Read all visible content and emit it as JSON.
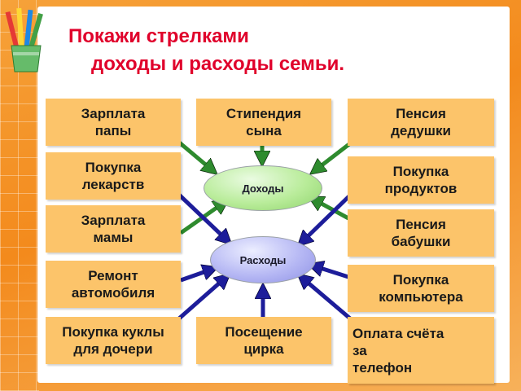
{
  "title": {
    "line1": "Покажи стрелками",
    "line2": "доходы и расходы семьи."
  },
  "boxes": {
    "dad_salary": "Зарплата\nпапы",
    "son_stipend": "Стипендия\nсына",
    "grandpa_pension": "Пенсия\nдедушки",
    "medicines": "Покупка\nлекарств",
    "groceries": "Покупка\nпродуктов",
    "mom_salary": "Зарплата\nмамы",
    "grandma_pension": "Пенсия\nбабушки",
    "car_repair": "Ремонт\nавтомобиля",
    "computer": "Покупка\nкомпьютера",
    "doll": "Покупка куклы\nдля дочери",
    "circus": "Посещение\nцирка",
    "phone_bill": "Оплата счёта\n       за\nтелефон"
  },
  "centers": {
    "income": "Доходы",
    "expense": "Расходы"
  },
  "colors": {
    "income_arrow": "#2e8b2e",
    "expense_arrow": "#1d1d9a",
    "title": "#e0002b",
    "box": "#fcc46a"
  },
  "icons": {
    "decoration": "pencil-cup-icon"
  }
}
